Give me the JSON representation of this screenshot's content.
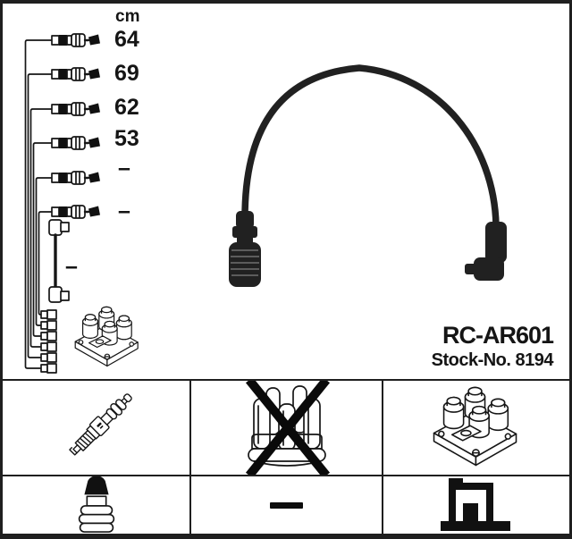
{
  "colors": {
    "ink": "#111111",
    "background": "#ffffff",
    "photo_black": "#212121"
  },
  "length_table": {
    "unit_header": "cm",
    "rows": [
      {
        "length": "64"
      },
      {
        "length": "69"
      },
      {
        "length": "62"
      },
      {
        "length": "53"
      },
      {
        "length": "–"
      },
      {
        "length": "–"
      }
    ],
    "coil_wire_length": "–"
  },
  "product": {
    "code": "RC-AR601",
    "stock_no": "Stock-No. 8194"
  },
  "compatibility_grid": {
    "cells": [
      {
        "id": "spark-plug",
        "icon": "spark-plug-icon",
        "crossed_out": false
      },
      {
        "id": "distributor-cap",
        "icon": "distributor-cap-crossed-icon",
        "crossed_out": true
      },
      {
        "id": "ignition-coil",
        "icon": "ignition-coil-icon",
        "crossed_out": false
      },
      {
        "id": "plug-terminal",
        "icon": "plug-terminal-icon",
        "crossed_out": false
      },
      {
        "id": "no-entry",
        "icon": "dash-symbol",
        "value": "–"
      },
      {
        "id": "coil-connector",
        "icon": "coil-connector-icon",
        "crossed_out": false
      }
    ]
  }
}
